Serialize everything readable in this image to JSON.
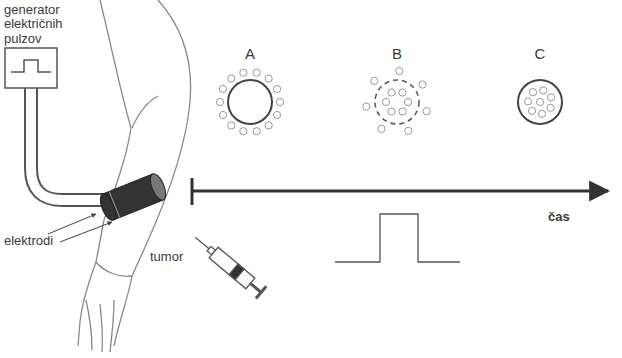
{
  "diagram": {
    "labels": [
      "generator električnih pulzov",
      "elektrodi",
      "tumor",
      "A",
      "B",
      "C",
      "čas"
    ]
  }
}
